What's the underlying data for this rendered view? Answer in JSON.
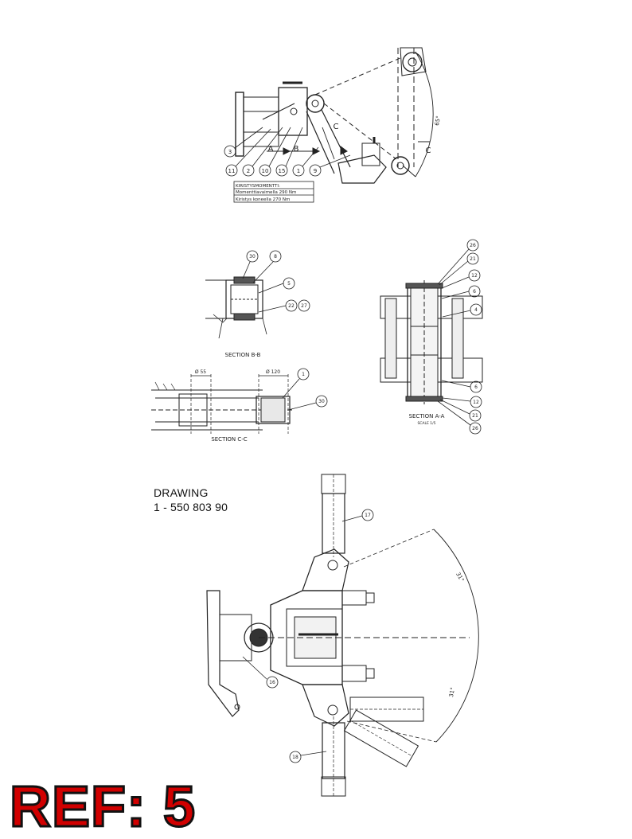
{
  "drawing_label": "DRAWING",
  "drawing_number": "1 - 550 803 90",
  "ref_label": "REF: 5",
  "top_view": {
    "torque_table": {
      "title": "KIRISTYSMOMENTTI:",
      "row1": "Momenttiavaimella 290 Nm",
      "row2": "Kiristys koneella 270 Nm"
    },
    "arrow_labels": [
      "A",
      "B",
      "C",
      "C"
    ],
    "angle_label": "65°",
    "callouts": [
      "3",
      "11",
      "2",
      "10",
      "15",
      "1",
      "9"
    ]
  },
  "section_bb": {
    "caption": "SECTION B-B",
    "callouts": [
      "30",
      "8",
      "5",
      "22",
      "27"
    ]
  },
  "section_aa": {
    "caption": "SECTION A-A",
    "scale": "SCALE 1/5",
    "callouts": [
      "26",
      "21",
      "12",
      "6",
      "4",
      "6",
      "12",
      "21",
      "26"
    ]
  },
  "section_cc": {
    "caption": "SECTION C-C",
    "dim1": "Ø 55",
    "dim2": "Ø 120",
    "callouts": [
      "1",
      "30"
    ]
  },
  "bottom_view": {
    "angle1": "31°",
    "angle2": "31°",
    "callouts": [
      "17",
      "16",
      "18"
    ]
  }
}
